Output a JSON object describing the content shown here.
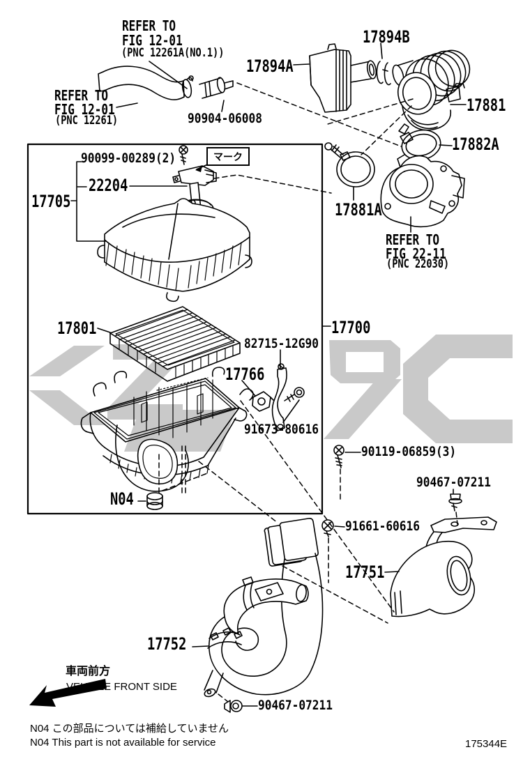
{
  "labels": {
    "p17894B": "17894B",
    "p17894A": "17894A",
    "p17881": "17881",
    "p17882A": "17882A",
    "p17881A": "17881A",
    "p90904": "90904-06008",
    "p90099": "90099-00289(2)",
    "p22204": "22204",
    "p17705": "17705",
    "p17801": "17801",
    "p17700": "17700",
    "p82715": "82715-12G90",
    "p17766": "17766",
    "p91673": "91673-80616",
    "p90119": "90119-06859(3)",
    "p90467_upper": "90467-07211",
    "p91661": "91661-60616",
    "p17751": "17751",
    "p17752": "17752",
    "p90467_lower": "90467-07211",
    "n04": "N04"
  },
  "refs": {
    "fig1201_no1": {
      "l1": "REFER TO",
      "l2": "FIG 12-01",
      "l3": "(PNC 12261A(NO.1))"
    },
    "fig1201": {
      "l1": "REFER TO",
      "l2": "FIG 12-01",
      "l3": "(PNC 12261)"
    },
    "fig2211": {
      "l1": "REFER TO",
      "l2": "FIG 22-11",
      "l3": "(PNC 22030)"
    }
  },
  "mark_tag": {
    "text": "マーク"
  },
  "direction": {
    "jp": "車両前方",
    "en": "VEHICLE FRONT SIDE"
  },
  "notes": {
    "jp": "N04  この部品については補給していません",
    "en": "N04  This part is not available for service"
  },
  "doc_code": "175344E",
  "watermark_color": "#c9c9c9"
}
